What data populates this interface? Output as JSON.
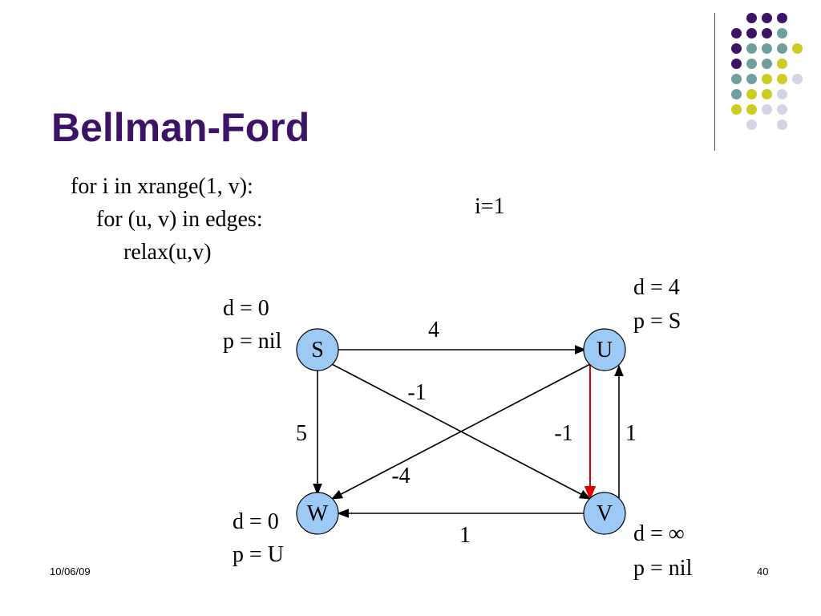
{
  "slide": {
    "title": "Bellman-Ford",
    "code": [
      "for i in xrange(1, v):",
      "for (u, v) in edges:",
      "relax(u,v)"
    ],
    "iteration": "i=1",
    "date": "10/06/09",
    "page_number": "40"
  },
  "graph": {
    "nodes": [
      {
        "id": "S",
        "label": "S",
        "d_label": "d = 0",
        "p_label": "p = nil"
      },
      {
        "id": "U",
        "label": "U",
        "d_label": "d = 4",
        "p_label": "p = S"
      },
      {
        "id": "W",
        "label": "W",
        "d_label": "d = 0",
        "p_label": "p = U"
      },
      {
        "id": "V",
        "label": "V",
        "d_label": "d = ∞",
        "p_label": "p = nil"
      }
    ],
    "edges": [
      {
        "from": "S",
        "to": "U",
        "weight": "4",
        "highlighted": false
      },
      {
        "from": "S",
        "to": "W",
        "weight": "5",
        "highlighted": false
      },
      {
        "from": "S",
        "to": "V",
        "weight": "-1",
        "highlighted": false
      },
      {
        "from": "U",
        "to": "W",
        "weight": "-4",
        "highlighted": false
      },
      {
        "from": "U",
        "to": "V",
        "weight": "-1",
        "highlighted": true
      },
      {
        "from": "V",
        "to": "U",
        "weight": "1",
        "highlighted": false
      },
      {
        "from": "V",
        "to": "W",
        "weight": "1",
        "highlighted": false
      }
    ]
  },
  "colors": {
    "title": "#3b1465",
    "node_fill": "#9ccaf5",
    "edge": "#000000",
    "highlight_edge": "#e00000",
    "decor_purple": "#3b1465",
    "decor_teal": "#6e9e9e",
    "decor_yellow": "#cccc22",
    "decor_lavender": "#d4d4e4"
  }
}
